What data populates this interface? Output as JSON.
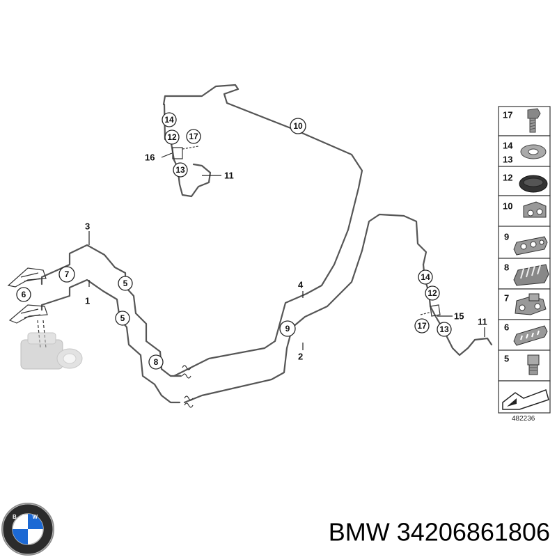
{
  "diagram": {
    "callouts": {
      "c10": "10",
      "c14a": "14",
      "c12a": "12",
      "c17a": "17",
      "c13a": "13",
      "c7": "7",
      "c6": "6",
      "c5a": "5",
      "c5b": "5",
      "c8": "8",
      "c9": "9",
      "c14b": "14",
      "c12b": "12",
      "c17b": "17",
      "c13b": "13"
    },
    "labels": {
      "l16": "16",
      "l11a": "11",
      "l3": "3",
      "l1": "1",
      "l4": "4",
      "l2": "2",
      "l15": "15",
      "l11b": "11"
    },
    "legend": [
      {
        "numbers": [
          "17"
        ],
        "icon": "bolt-icon"
      },
      {
        "numbers": [
          "14",
          "13"
        ],
        "icon": "washer-icon"
      },
      {
        "numbers": [
          "12"
        ],
        "icon": "grommet-icon"
      },
      {
        "numbers": [
          "10"
        ],
        "icon": "pipe-clip-icon"
      },
      {
        "numbers": [
          "9"
        ],
        "icon": "double-pipe-clip-icon"
      },
      {
        "numbers": [
          "8"
        ],
        "icon": "multi-pipe-holder-icon"
      },
      {
        "numbers": [
          "7"
        ],
        "icon": "pipe-clip-bracket-icon"
      },
      {
        "numbers": [
          "6"
        ],
        "icon": "pipe-holder-strip-icon"
      },
      {
        "numbers": [
          "5"
        ],
        "icon": "union-nut-icon"
      },
      {
        "numbers": [],
        "icon": "arrow-sign-icon"
      }
    ],
    "reference_number": "482236"
  },
  "footer": {
    "brand_logo": "bmw-logo-icon",
    "logo_letters": "BMW",
    "part_text": "BMW 34206861806"
  }
}
